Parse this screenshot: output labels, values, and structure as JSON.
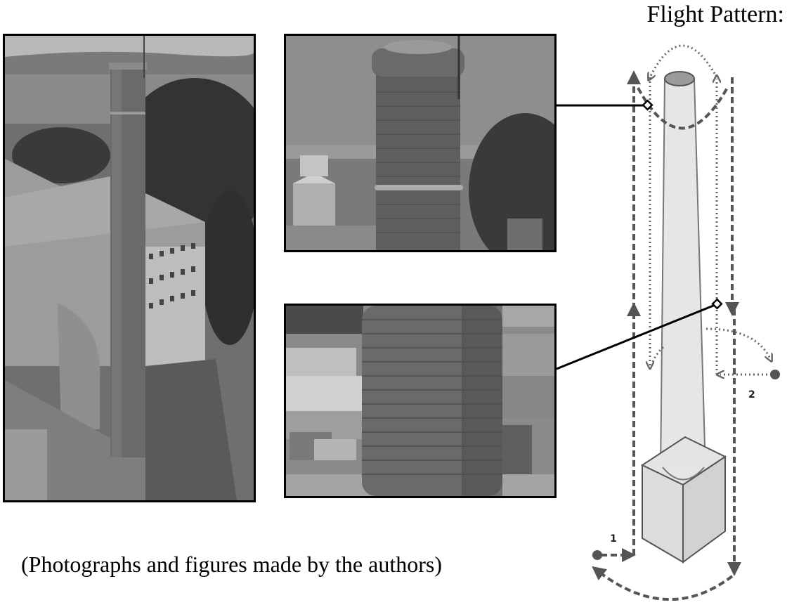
{
  "figure": {
    "title": "Flight Pattern:",
    "caption": "(Photographs and figures made by the authors)"
  },
  "photos": [
    {
      "id": "chimney-overview",
      "description": "Aerial photograph of a tall brick industrial chimney beside a flat-roofed building, trees and distant landscape"
    },
    {
      "id": "chimney-top",
      "description": "Close-up photograph of the chimney crown with brick masonry and town below"
    },
    {
      "id": "chimney-shaft-detail",
      "description": "Close-up photograph of the brick masonry of the chimney shaft near its base with surrounding buildings"
    }
  ],
  "diagram": {
    "path_labels": [
      "1",
      "2"
    ],
    "path_1": "dashed path: start point, up along left side, around top, down right side, return arc at base",
    "path_2": "dotted path: start point at mid-height right, up and over the top, down left side"
  },
  "colors": {
    "frame": "#000000",
    "path": "#555555",
    "chimney_fill": "#e6e6e6",
    "chimney_outline": "#777777"
  }
}
